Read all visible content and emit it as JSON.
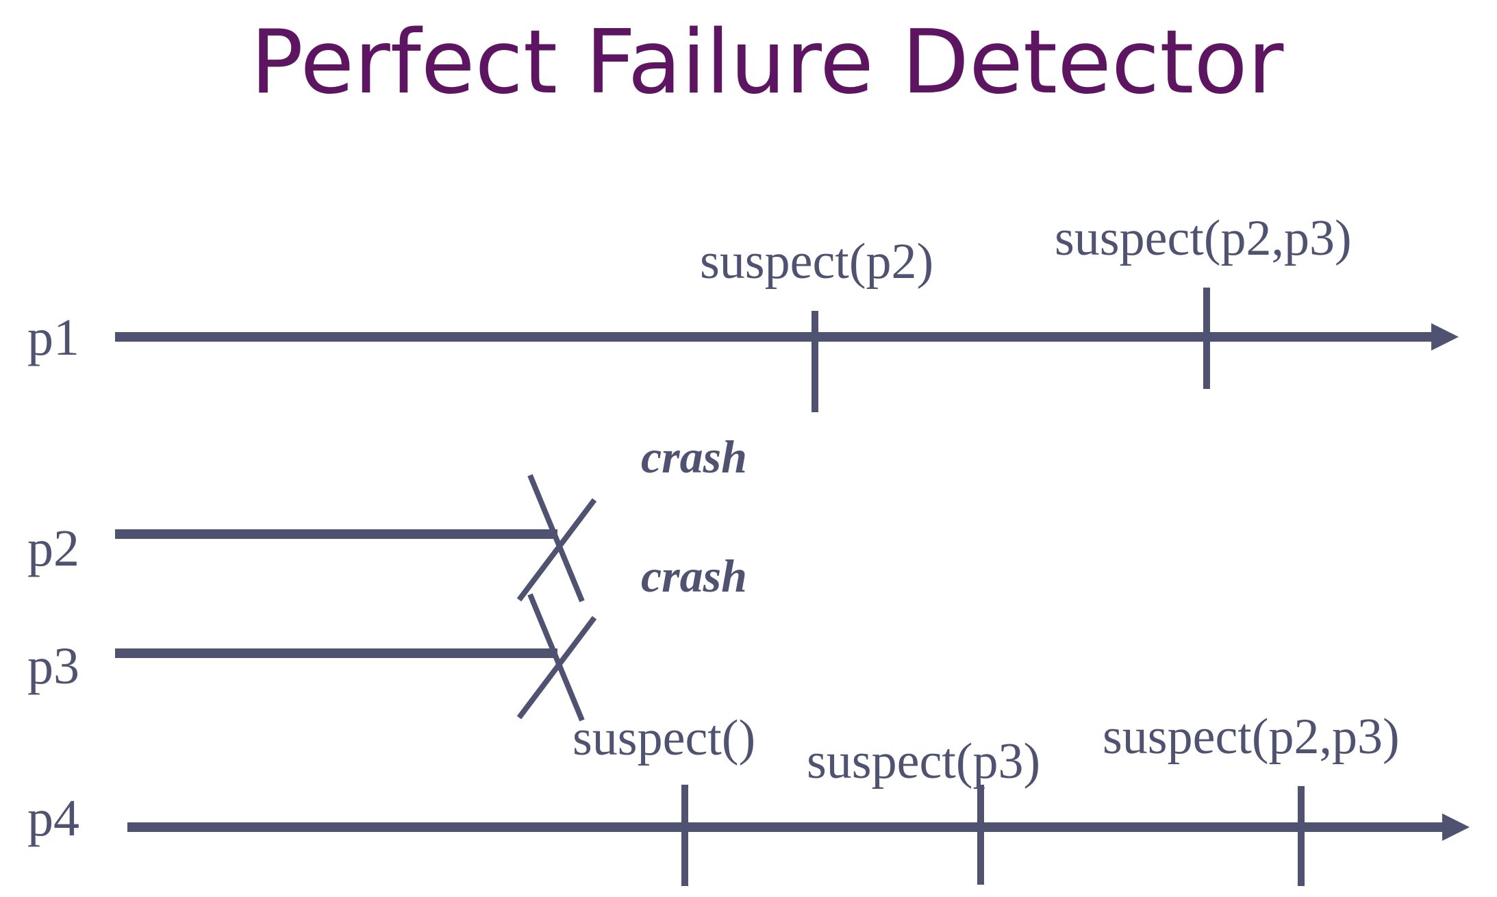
{
  "title": "Perfect Failure Detector",
  "processes": {
    "p1": "p1",
    "p2": "p2",
    "p3": "p3",
    "p4": "p4"
  },
  "events": {
    "p1_suspect_1": "suspect(p2)",
    "p1_suspect_2": "suspect(p2,p3)",
    "p4_suspect_1": "suspect()",
    "p4_suspect_2": "suspect(p3)",
    "p4_suspect_3": "suspect(p2,p3)"
  },
  "crashes": {
    "p2": "crash",
    "p3": "crash"
  },
  "colors": {
    "title": "#5d1461",
    "ink": "#4f5270"
  }
}
